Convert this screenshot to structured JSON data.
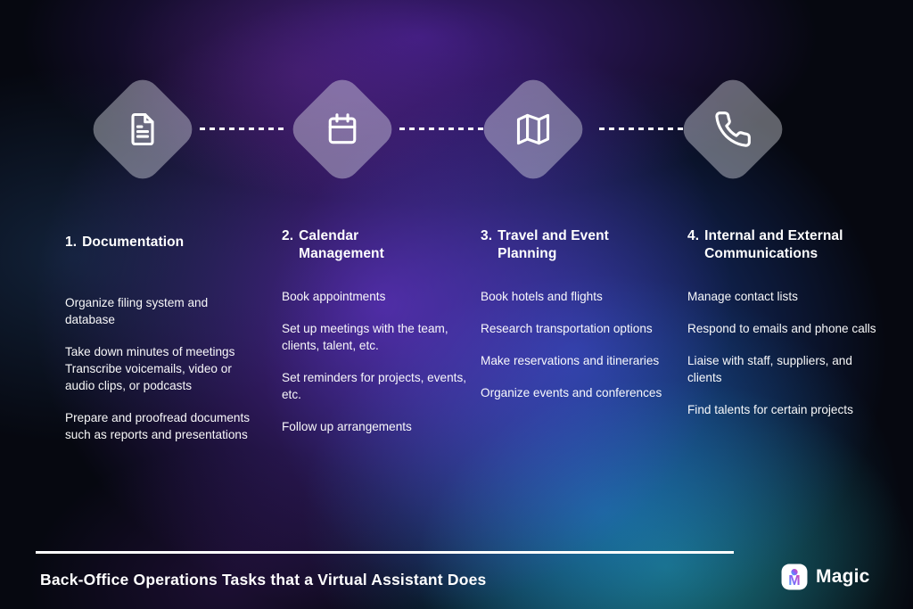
{
  "flow": {
    "nodes": [
      {
        "icon": "document-icon"
      },
      {
        "icon": "calendar-icon"
      },
      {
        "icon": "map-icon"
      },
      {
        "icon": "phone-icon"
      }
    ]
  },
  "columns": [
    {
      "num": "1.",
      "title": "Documentation",
      "items": [
        "Organize filing system and database",
        "Take down minutes of meetings\nTranscribe voicemails, video or audio clips, or podcasts",
        "Prepare and proofread documents such as reports and presentations"
      ]
    },
    {
      "num": "2.",
      "title": "Calendar Management",
      "items": [
        "Book appointments",
        "Set up meetings with the team, clients, talent, etc.",
        "Set reminders for projects, events, etc.",
        "Follow up arrangements"
      ]
    },
    {
      "num": "3.",
      "title": "Travel and Event Planning",
      "items": [
        "Book hotels and flights",
        "Research transportation options",
        "Make reservations and itineraries",
        "Organize events and conferences"
      ]
    },
    {
      "num": "4.",
      "title": "Internal and External Communications",
      "items": [
        "Manage contact lists",
        "Respond to emails and phone calls",
        "Liaise with staff, suppliers, and clients",
        "Find talents for certain projects"
      ]
    }
  ],
  "footer": {
    "title": "Back-Office Operations Tasks that a Virtual Assistant Does",
    "brand": "Magic"
  },
  "colors": {
    "glow_purple": "#7c3aed",
    "glow_blue": "#2962e9",
    "glow_cyan": "#1996d2",
    "glow_teal": "#2dd4bf",
    "base": "#060810",
    "diamond_fill": "rgba(233,236,242,0.40)",
    "logo_gradient": [
      "#38bdf8",
      "#8b5cf6",
      "#ec4899"
    ]
  }
}
